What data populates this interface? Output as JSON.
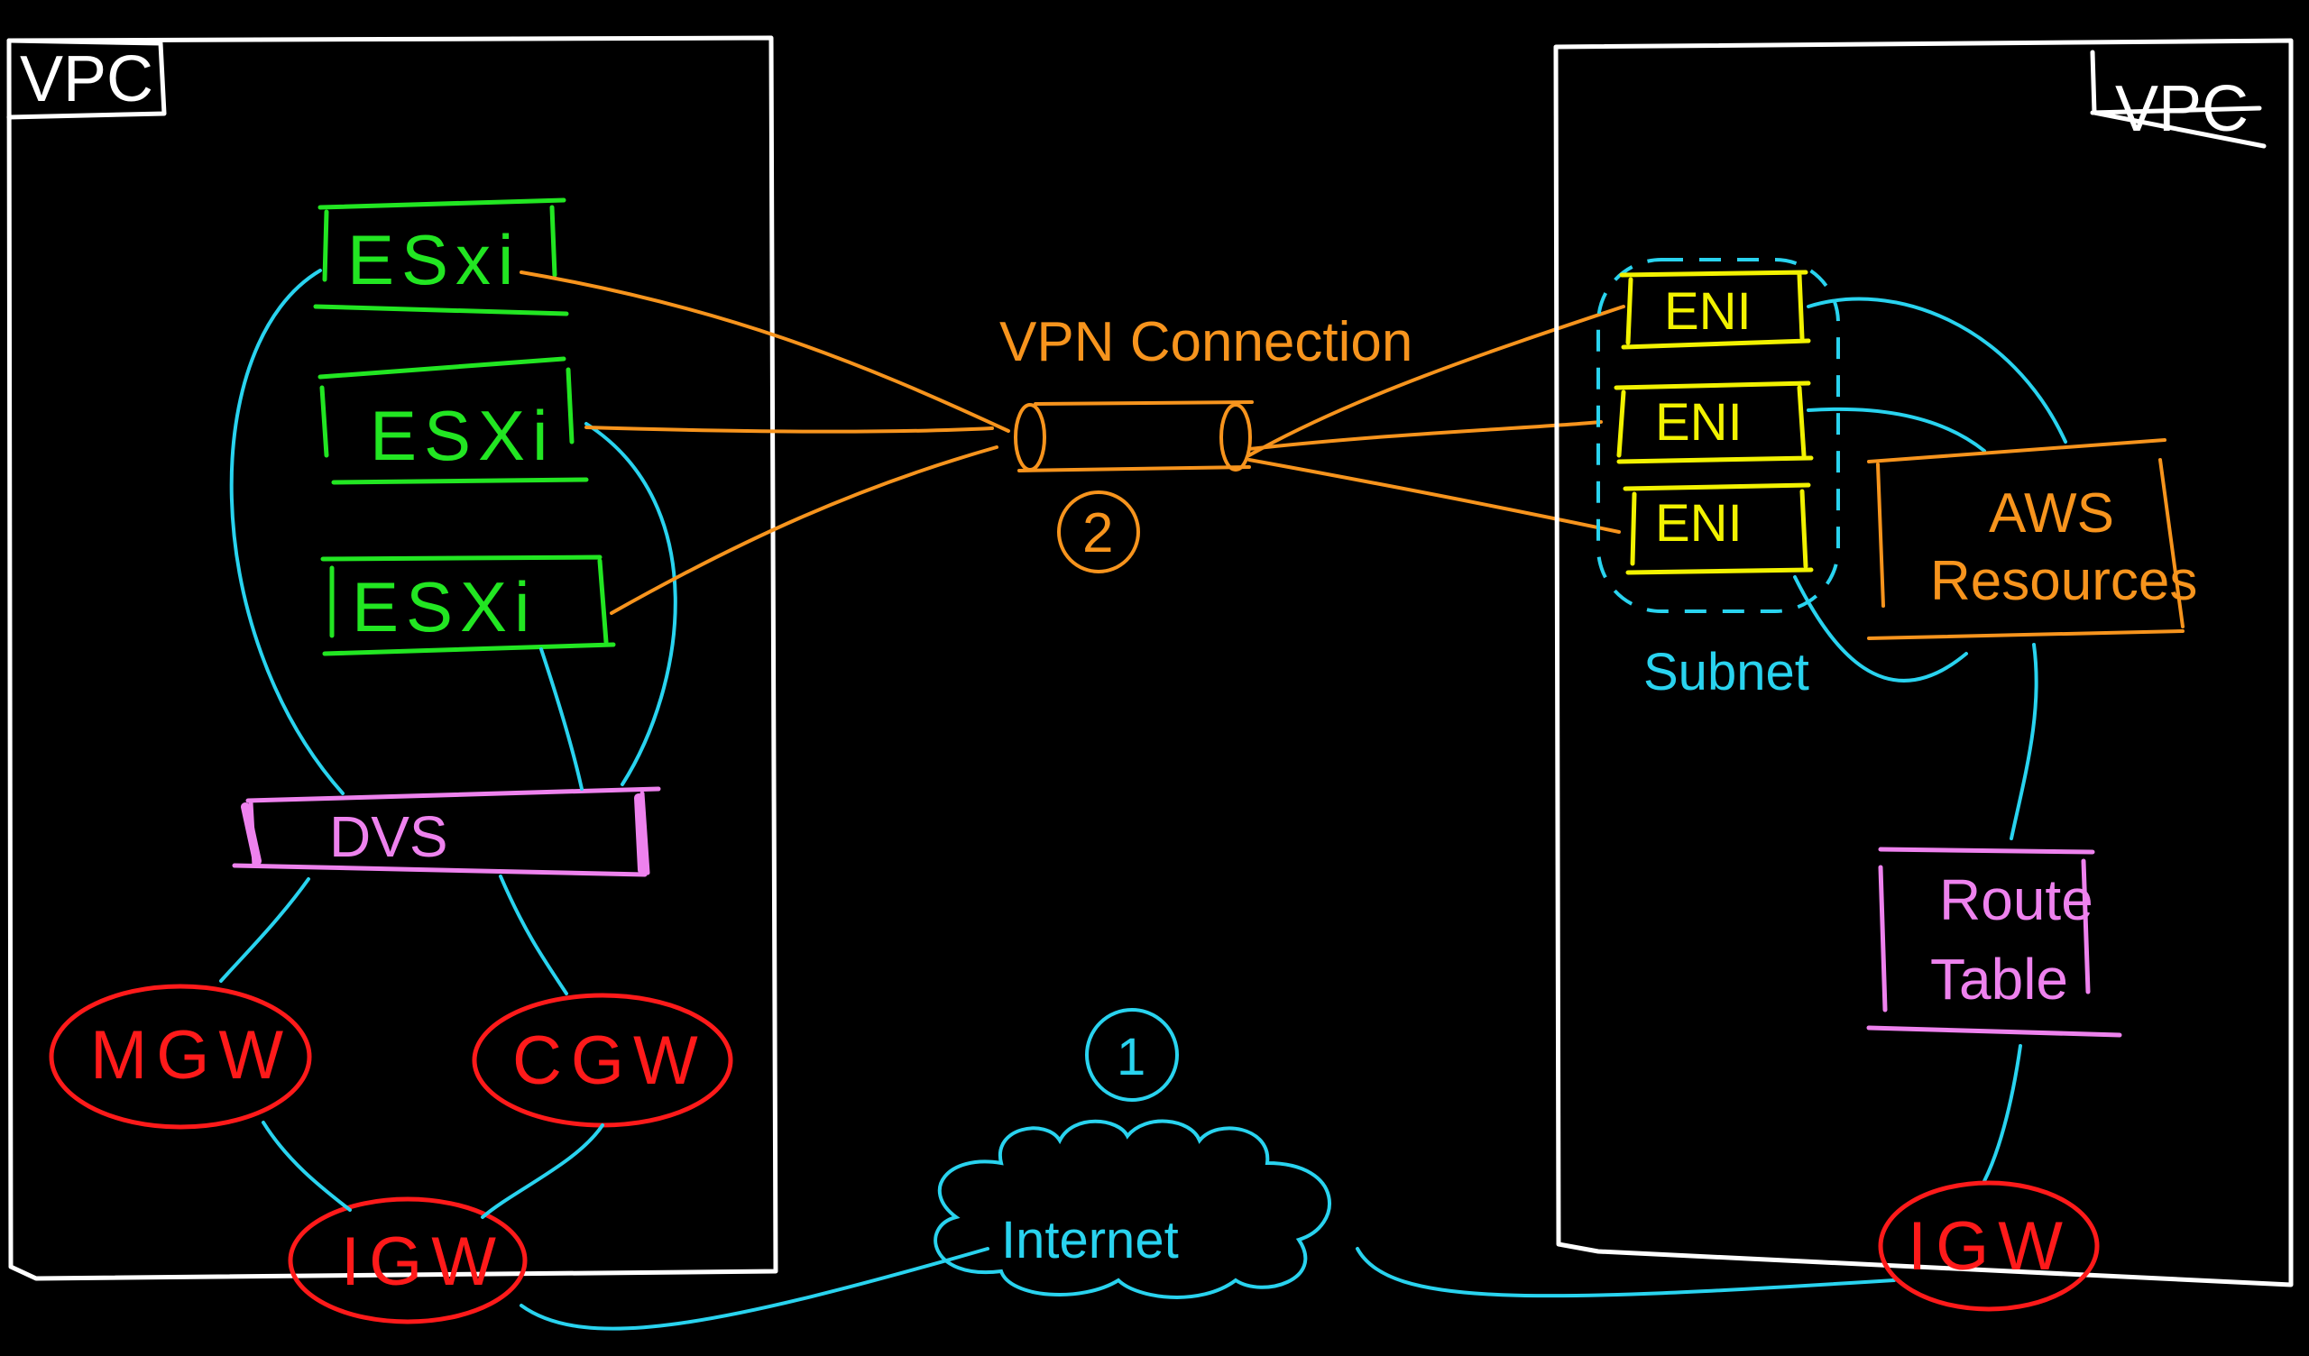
{
  "left_vpc": {
    "label": "VPC",
    "esxi_hosts": [
      "ESxi",
      "ESXi",
      "ESXi"
    ],
    "dvs": "DVS",
    "mgw": "MGW",
    "cgw": "CGW",
    "igw": "IGW"
  },
  "middle": {
    "vpn_label": "VPN Connection",
    "vpn_number": "2",
    "internet_number": "1",
    "internet_label": "Internet"
  },
  "right_vpc": {
    "label": "VPC",
    "enis": [
      "ENI",
      "ENI",
      "ENI"
    ],
    "subnet_label": "Subnet",
    "aws_resources_line1": "AWS",
    "aws_resources_line2": "Resources",
    "route_table_line1": "Route",
    "route_table_line2": "Table",
    "igw": "IGW"
  },
  "colors": {
    "background": "#000000",
    "vpc": "#ffffff",
    "esxi": "#22e622",
    "vpn": "#f7941d",
    "network_link": "#29d3ef",
    "eni": "#f2f200",
    "dvs_route_table": "#ee82ee",
    "gateway": "#ff1a1a"
  }
}
